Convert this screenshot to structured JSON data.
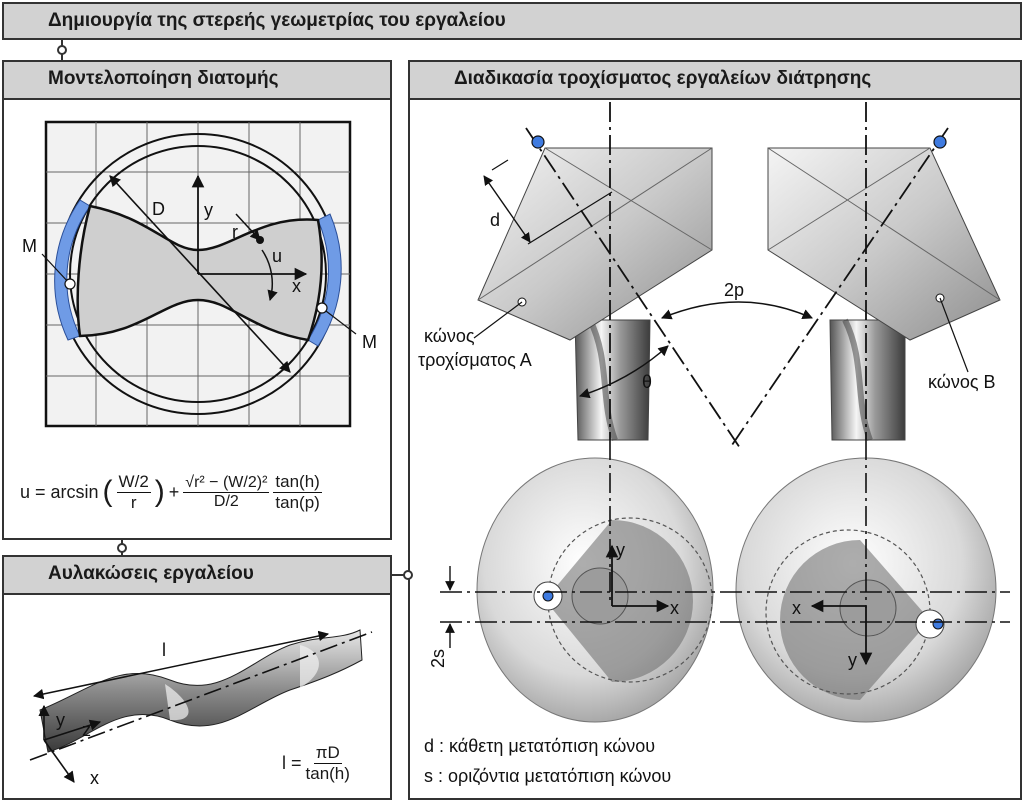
{
  "titles": {
    "top": "Δημιουργία της στερεής γεωμετρίας του εργαλείου",
    "left1": "Μοντελοποίηση διατομής",
    "left2": "Αυλακώσεις εργαλείου",
    "right": "Διαδικασία τροχίσματος εργαλείων διάτρησης"
  },
  "section_labels": {
    "M_left": "M",
    "M_right": "M",
    "D": "D",
    "y": "y",
    "x": "x",
    "r": "r",
    "u": "u"
  },
  "formula_u": {
    "lhs": "u = arcsin",
    "frac1_num": "W/2",
    "frac1_den": "r",
    "plus": "+",
    "frac2_num": "√r² − (W/2)²",
    "frac2_den": "D/2",
    "frac3_num": "tan(h)",
    "frac3_den": "tan(p)"
  },
  "flute_labels": {
    "l": "l",
    "y": "y",
    "z": "z",
    "x": "x"
  },
  "formula_l": {
    "lhs": "l =",
    "num": "πD",
    "den": "tan(h)"
  },
  "grinding_labels": {
    "d": "d",
    "two_p": "2p",
    "theta": "θ",
    "cone_a_line1": "κώνος",
    "cone_a_line2": "τροχίσματος Α",
    "cone_b": "κώνος Β",
    "y1": "y",
    "x1": "x",
    "x2": "x",
    "y2": "y",
    "two_s": "2s"
  },
  "legend": {
    "d_line": "d : κάθετη μετατόπιση κώνου",
    "s_line": "s : οριζόντια μετατόπιση κώνου"
  },
  "colors": {
    "header_bg": "#d2d2d2",
    "highlight_blue": "#6f9be6",
    "point_blue": "#3f7be0",
    "grid_bg": "#f0f0f0",
    "section_gray": "#cfcfcf"
  }
}
